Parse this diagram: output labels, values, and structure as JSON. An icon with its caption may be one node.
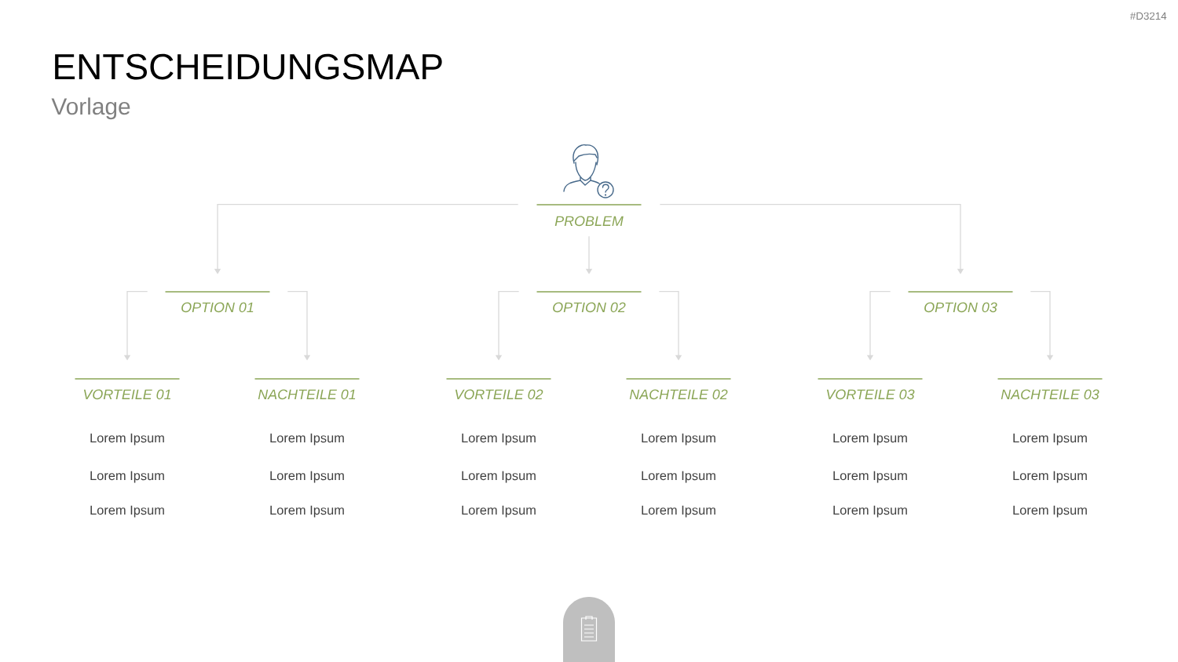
{
  "diagram": {
    "title": "ENTSCHEIDUNGSMAP",
    "nodes": [
      {
        "text": [
          "PROBLEM"
        ]
      },
      {
        "text": [
          "OPTION 01"
        ]
      },
      {
        "text": [
          "OPTION 02"
        ]
      },
      {
        "text": [
          "OPTION 03"
        ]
      },
      {
        "text": [
          "VORTEILE 01"
        ],
        "beside": [
          "Lorem Ipsum",
          "Lorem Ipsum",
          "Lorem Ipsum"
        ]
      },
      {
        "text": [
          "NACHTEILE 01"
        ],
        "beside": [
          "Lorem Ipsum",
          "Lorem Ipsum",
          "Lorem Ipsum"
        ]
      },
      {
        "text": [
          "VORTEILE 02"
        ],
        "beside": [
          "Lorem Ipsum",
          "Lorem Ipsum",
          "Lorem Ipsum"
        ]
      },
      {
        "text": [
          "NACHTEILE 02"
        ],
        "beside": [
          "Lorem Ipsum",
          "Lorem Ipsum",
          "Lorem Ipsum"
        ]
      },
      {
        "text": [
          "VORTEILE 03"
        ],
        "beside": [
          "Lorem Ipsum",
          "Lorem Ipsum",
          "Lorem Ipsum"
        ]
      },
      {
        "text": [
          "NACHTEILE 03"
        ],
        "beside": [
          "Lorem Ipsum",
          "Lorem Ipsum",
          "Lorem Ipsum"
        ]
      }
    ],
    "edges": [
      {
        "from": 0,
        "to": 1,
        "arrow": "to"
      },
      {
        "from": 0,
        "to": 2,
        "arrow": "to"
      },
      {
        "from": 0,
        "to": 3,
        "arrow": "to"
      },
      {
        "from": 1,
        "to": 4,
        "arrow": "to"
      },
      {
        "from": 1,
        "to": 5,
        "arrow": "to"
      },
      {
        "from": 2,
        "to": 6,
        "arrow": "to"
      },
      {
        "from": 2,
        "to": 7,
        "arrow": "to"
      },
      {
        "from": 3,
        "to": 8,
        "arrow": "to"
      },
      {
        "from": 3,
        "to": 9,
        "arrow": "to"
      }
    ],
    "labels": [
      "#D3214",
      "Vorlage"
    ]
  }
}
